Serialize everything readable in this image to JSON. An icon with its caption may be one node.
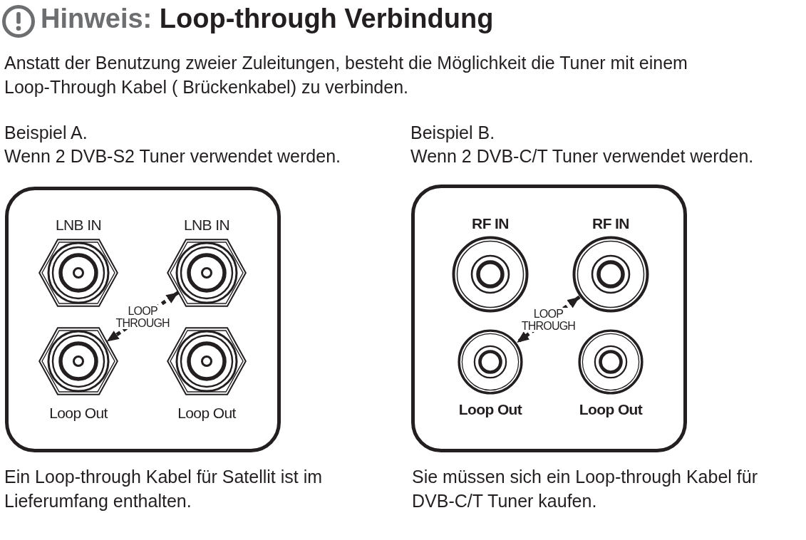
{
  "diagram": {
    "title": "Hinweis: Loop-through Verbindung",
    "nodes": [
      {
        "text": [],
        "shape": "box",
        "beside": [
          "Beispiel A.",
          "Wenn 2 DVB-S2 Tuner verwendet werden.",
          "Ein Loop-through Kabel für Satellit ist im Lieferumfang enthalten."
        ]
      },
      {
        "text": [
          "LNB IN"
        ],
        "in": 0
      },
      {
        "text": [
          "LNB IN"
        ],
        "in": 0
      },
      {
        "text": [
          "Loop Out"
        ],
        "in": 0
      },
      {
        "text": [
          "Loop Out"
        ],
        "in": 0
      },
      {
        "text": [],
        "shape": "box",
        "beside": [
          "Beispiel B.",
          "Wenn 2 DVB-C/T Tuner verwendet werden.",
          "Sie müssen sich ein Loop-through Kabel für DVB-C/T Tuner kaufen."
        ]
      },
      {
        "text": [
          "RF IN"
        ],
        "in": 5
      },
      {
        "text": [
          "RF IN"
        ],
        "in": 5
      },
      {
        "text": [
          "Loop Out"
        ],
        "in": 5
      },
      {
        "text": [
          "Loop Out"
        ],
        "in": 5
      }
    ],
    "edges": [
      {
        "from": 2,
        "to": 3,
        "arrow": "both",
        "style": "dashed",
        "label": "LOOP THROUGH"
      },
      {
        "from": 7,
        "to": 8,
        "arrow": "both",
        "style": "dashed",
        "label": "LOOP THROUGH"
      }
    ],
    "labels": [
      "Anstatt der Benutzung zweier Zuleitungen, besteht die Möglichkeit die Tuner mit einem Loop-Through Kabel ( Brückenkabel) zu verbinden."
    ]
  }
}
